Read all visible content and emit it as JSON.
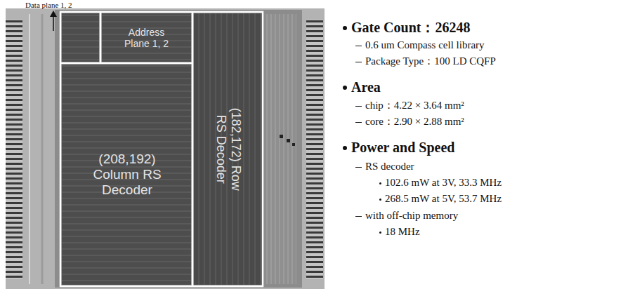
{
  "diagram": {
    "nodes": [
      {
        "text": [
          "Address Plane 1, 2"
        ]
      },
      {
        "text": [
          "(208,192) Column RS Decoder"
        ]
      },
      {
        "text": [
          "(182,172) Row RS Decoder"
        ]
      }
    ],
    "labels": [
      "Data plane 1, 2",
      "Gate Count：26248",
      "0.6 um Compass cell library",
      "Package Type：100 LD CQFP",
      "Area",
      "chip：4.22 × 3.64 mm²",
      "core：2.90 × 2.88 mm²",
      "Power and Speed",
      "RS decoder",
      "102.6 mW at 3V, 33.3 MHz",
      "268.5 mW at 5V, 53.7 MHz",
      "with off-chip memory",
      "18 MHz"
    ]
  }
}
